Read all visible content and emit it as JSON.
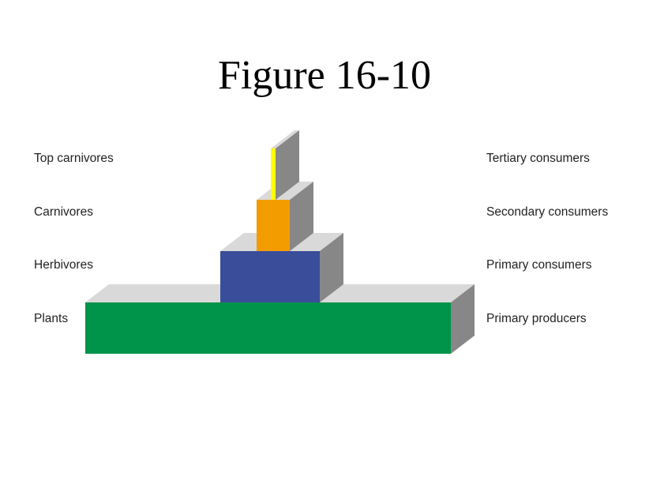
{
  "title": "Figure 16-10",
  "levels": [
    {
      "left_label": "Top carnivores",
      "right_label": "Tertiary consumers",
      "color": "#ffff00"
    },
    {
      "left_label": "Carnivores",
      "right_label": "Secondary consumers",
      "color": "#f39c00"
    },
    {
      "left_label": "Herbivores",
      "right_label": "Primary consumers",
      "color": "#3a4d9a"
    },
    {
      "left_label": "Plants",
      "right_label": "Primary producers",
      "color": "#00944a"
    }
  ],
  "colors": {
    "top_face": "#d9d9d9",
    "side_face": "#878787"
  }
}
